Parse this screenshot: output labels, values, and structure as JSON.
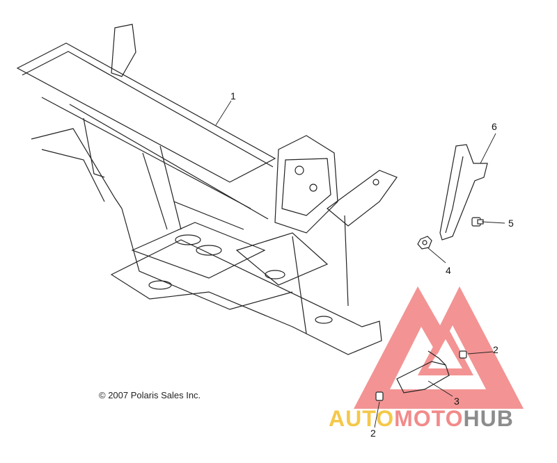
{
  "diagram": {
    "callouts": [
      {
        "id": "frame",
        "label": "1"
      },
      {
        "id": "screw-upper",
        "label": "2"
      },
      {
        "id": "screw-lower",
        "label": "2"
      },
      {
        "id": "bracket",
        "label": "3"
      },
      {
        "id": "nut",
        "label": "4"
      },
      {
        "id": "bolt",
        "label": "5"
      },
      {
        "id": "guard",
        "label": "6"
      }
    ],
    "copyright": "© 2007 Polaris Sales Inc."
  },
  "watermark": {
    "part1": "AUTO",
    "part2": "MOTO",
    "part3": "HUB",
    "colors": {
      "auto": "#f5c84a",
      "moto": "#f28a8a",
      "hub": "#8c8c8c",
      "triangle": "#f07070"
    }
  }
}
